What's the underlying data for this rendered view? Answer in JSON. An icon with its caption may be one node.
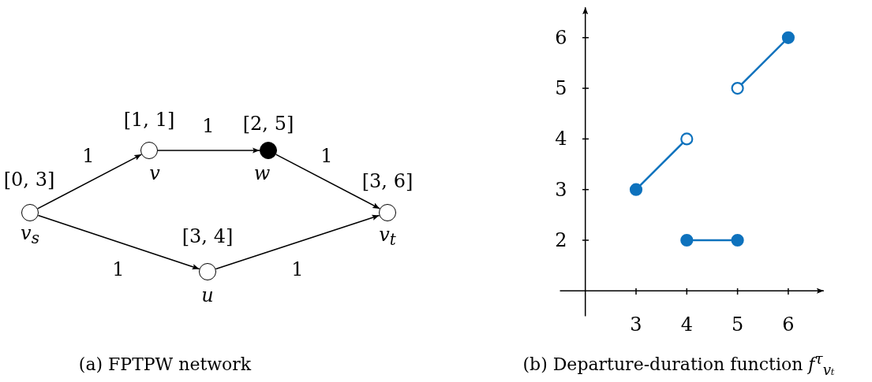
{
  "diagram": {
    "nodes": [
      {
        "text": [],
        "shape": "circle",
        "beside": [
          "[0, 3]",
          "v$_{s}$"
        ]
      },
      {
        "text": [],
        "shape": "circle",
        "beside": [
          "[1, 1]",
          "v"
        ]
      },
      {
        "text": [],
        "shape": "dot",
        "beside": [
          "[2, 5]",
          "w"
        ]
      },
      {
        "text": [],
        "shape": "circle",
        "beside": [
          "[3, 6]",
          "v$_{t}$"
        ]
      },
      {
        "text": [],
        "shape": "circle",
        "beside": [
          "[3, 4]",
          "u"
        ]
      }
    ],
    "edges": [
      {
        "from": 0,
        "to": 1,
        "arrow": "to",
        "label": "1"
      },
      {
        "from": 1,
        "to": 2,
        "arrow": "to",
        "label": "1"
      },
      {
        "from": 2,
        "to": 3,
        "arrow": "to",
        "label": "1"
      },
      {
        "from": 0,
        "to": 4,
        "arrow": "to",
        "label": "1"
      },
      {
        "from": 4,
        "to": 3,
        "arrow": "to",
        "label": "1"
      }
    ],
    "labels": [
      "(a) FPTPW network",
      "(b) Departure-duration function *f*$^{τ}$$_{vₜ}$"
    ],
    "chart_data": {
      "type": "line",
      "x": [
        3,
        4,
        5,
        6
      ],
      "xlim": [
        1.5,
        6.7
      ],
      "ylim": [
        0.5,
        6.6
      ],
      "xticks": [
        3,
        4,
        5,
        6
      ],
      "yticks": [
        2,
        3,
        4,
        5,
        6
      ],
      "series": [
        {
          "color": "#0e72bd",
          "marker": "circle",
          "values": [
            3,
            4,
            null,
            null
          ]
        },
        {
          "color": "#0e72bd",
          "marker": "circle",
          "values": [
            null,
            2,
            2,
            null
          ]
        },
        {
          "color": "#0e72bd",
          "marker": "circle",
          "values": [
            null,
            null,
            5,
            6
          ]
        }
      ]
    }
  }
}
